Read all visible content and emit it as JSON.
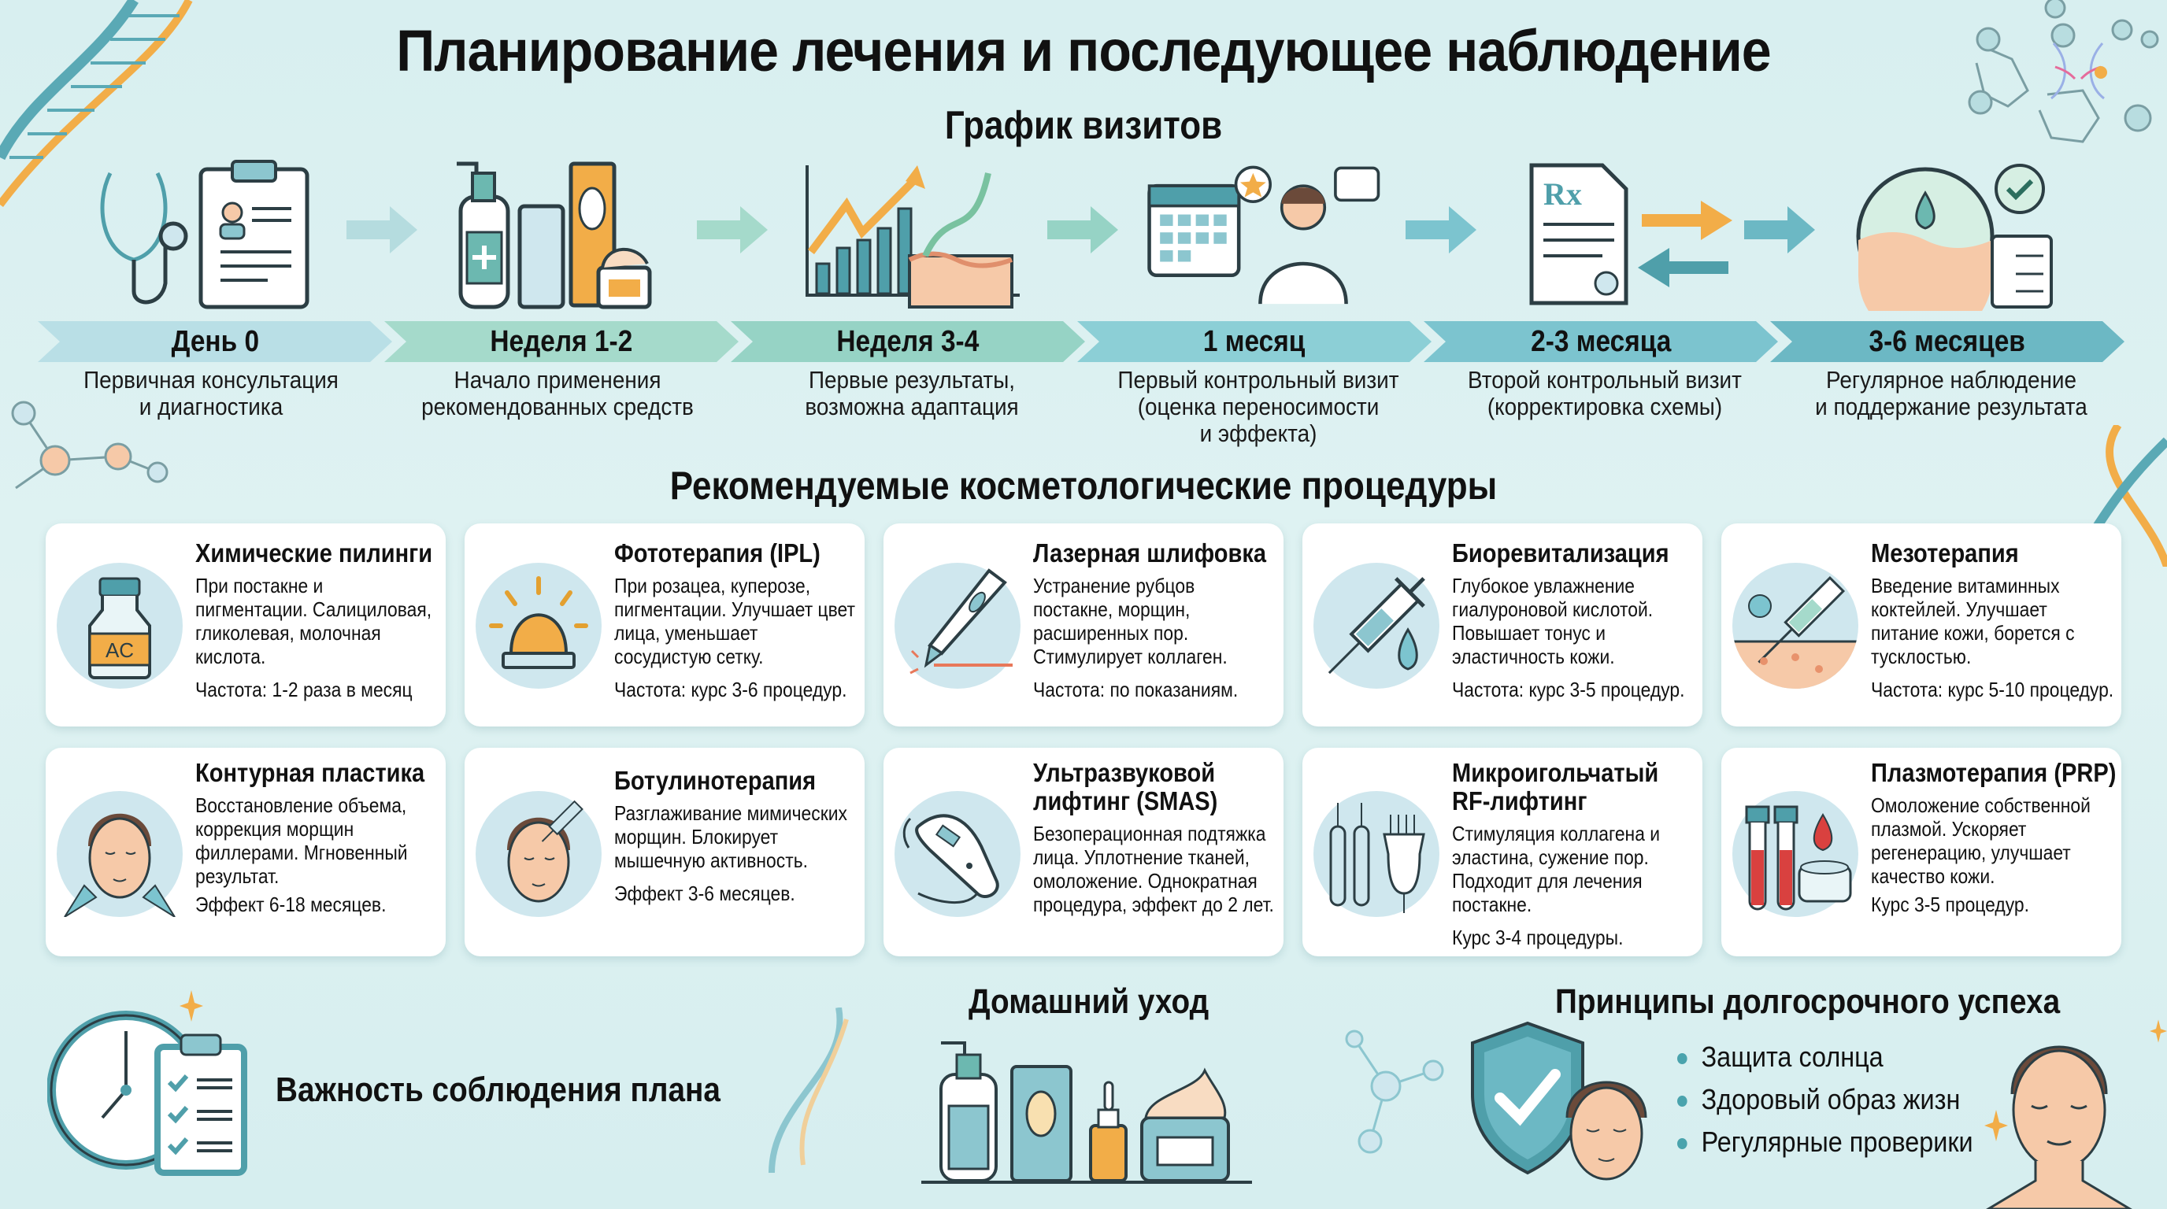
{
  "title": "Планирование лечения и последующее наблюдение",
  "schedule": {
    "title": "График визитов",
    "steps": [
      {
        "label": "День 0",
        "desc": [
          "Первичная консультация",
          "и диагностика"
        ],
        "icon": "stethoscope-clipboard-icon",
        "color": "#b9dfe6"
      },
      {
        "label": "Неделя 1-2",
        "desc": [
          "Начало применения",
          "рекомендованных средств"
        ],
        "icon": "skincare-products-icon",
        "color": "#a5dacb"
      },
      {
        "label": "Неделя 3-4",
        "desc": [
          "Первые результаты,",
          "возможна адаптация"
        ],
        "icon": "growth-chart-icon",
        "color": "#96d3c5"
      },
      {
        "label": "1 месяц",
        "desc": [
          "Первый контрольный визит",
          "(оценка переносимости",
          "и эффекта)"
        ],
        "icon": "calendar-doctor-icon",
        "color": "#8ccfd6"
      },
      {
        "label": "2-3 месяца",
        "desc": [
          "Второй контрольный визит",
          "(корректировка схемы)"
        ],
        "icon": "prescription-icon",
        "color": "#7cc4cf"
      },
      {
        "label": "3-6 месяцев",
        "desc": [
          "Регулярное наблюдение",
          "и поддержание результата"
        ],
        "icon": "skin-checklist-icon",
        "color": "#6cb8c4"
      }
    ]
  },
  "procedures": {
    "title": "Рекомендуемые косметологические процедуры",
    "items": [
      {
        "title": "Химические пилинги",
        "body": "При постакне и пигментации. Салициловая, гликолевая, молочная кислота.",
        "freq": "Частота: 1-2 раза в месяц",
        "icon": "acid-bottle-icon",
        "label": "AC"
      },
      {
        "title": "Фототерапия (IPL)",
        "body": "При розацеа, куперозе, пигментации. Улучшает цвет лица, уменьшает сосудистую сетку.",
        "freq": "Частота: курс 3-6 процедур.",
        "icon": "light-lamp-icon"
      },
      {
        "title": "Лазерная шлифовка",
        "body": "Устранение рубцов постакне, морщин, расширенных пор. Стимулирует коллаген.",
        "freq": "Частота: по показаниям.",
        "icon": "laser-pen-icon"
      },
      {
        "title": "Биоревитализация",
        "body": "Глубокое увлажнение гиалуроновой кислотой. Повышает тонус и эластичность кожи.",
        "freq": "Частота: курс 3-5 процедур.",
        "icon": "syringe-drop-icon"
      },
      {
        "title": "Мезотерапия",
        "body": "Введение витаминных коктейлей. Улучшает питание кожи, борется с тусклостью.",
        "freq": "Частота: курс 5-10 процедур.",
        "icon": "syringe-skin-icon"
      },
      {
        "title": "Контурная пластика",
        "body": "Восстановление объема, коррекция морщин филлерами. Мгновенный результат.",
        "freq": "Эффект 6-18 месяцев.",
        "icon": "face-filler-icon"
      },
      {
        "title": "Ботулинотерапия",
        "body": "Разглаживание мимических морщин. Блокирует мышечную активность.",
        "freq": "Эффект 3-6 месяцев.",
        "icon": "face-injection-icon"
      },
      {
        "title": "Ультразвуковой лифтинг (SMAS)",
        "body": "Безоперационная подтяжка лица. Уплотнение тканей, омоложение. Однократная процедура, эффект до 2 лет.",
        "freq": "",
        "icon": "ultrasound-device-icon"
      },
      {
        "title": "Микроигольчатый RF-лифтинг",
        "body": "Стимуляция коллагена и эластина, сужение пор. Подходит для лечения постакне.",
        "freq": "Курс 3-4 процедуры.",
        "icon": "microneedle-device-icon"
      },
      {
        "title": "Плазмотерапия (PRP)",
        "body": "Омоложение собственной плазмой. Ускоряет регенерацию, улучшает качество кожи.",
        "freq": "Курс 3-5 процедур.",
        "icon": "blood-tubes-icon"
      }
    ]
  },
  "compliance": {
    "label": "Важность соблюдения плана",
    "icon": "clock-checklist-icon"
  },
  "home_care": {
    "title": "Домашний уход",
    "icon": "home-care-products-icon"
  },
  "principles": {
    "title": "Принципы долгосрочного успеха",
    "items": [
      "Защита солнца",
      "Здоровый образ жизн",
      "Регулярные проверики"
    ]
  },
  "colors": {
    "teal": "#4f9faa",
    "teal_light": "#cfe7ee",
    "orange": "#f2ad48",
    "skin": "#f6c9a8",
    "background": "#daf0f0"
  }
}
